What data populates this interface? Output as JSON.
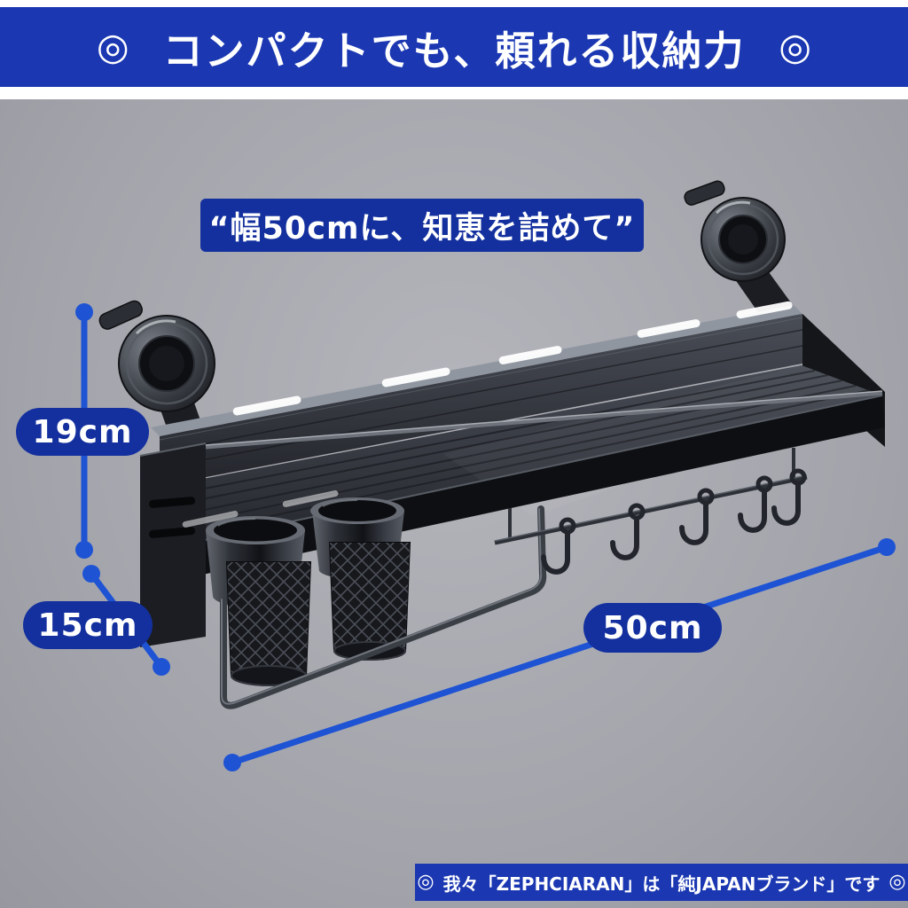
{
  "colors": {
    "banner": "#1b38b2",
    "pill": "#13309e",
    "dim": "#1e53d4",
    "bg": "#a3a4ab"
  },
  "icons": {
    "double_circle": "◎"
  },
  "top_banner": {
    "decor_left": "◎",
    "title": "コンパクトでも、頼れる収納力",
    "decor_right": "◎"
  },
  "quote_badge": {
    "text": "“幅50cmに、知恵を詰めて”"
  },
  "dimensions": {
    "height_label": "19cm",
    "depth_label": "15cm",
    "width_label": "50cm"
  },
  "bottom_banner": {
    "decor_left": "◎",
    "text": "我々「ZEPHCIARAN」は「純JAPANブランド」です",
    "decor_right": "◎"
  }
}
